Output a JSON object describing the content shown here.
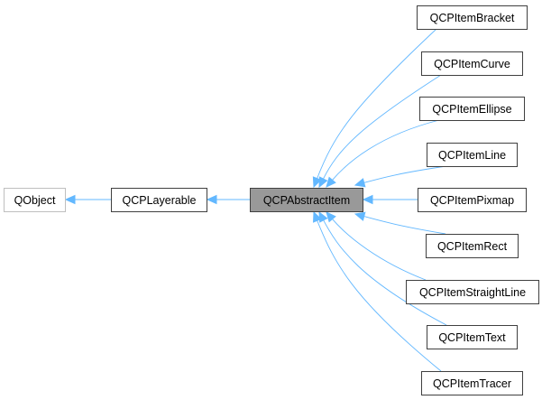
{
  "diagram": {
    "type": "inheritance-graph",
    "edge_color": "#63b8ff",
    "nodes": [
      {
        "id": "qobject",
        "label": "QObject",
        "border": "#bfbfbf",
        "fill": "#ffffff"
      },
      {
        "id": "qcplayerable",
        "label": "QCPLayerable",
        "border": "#404040",
        "fill": "#ffffff"
      },
      {
        "id": "qcpabstractitem",
        "label": "QCPAbstractItem",
        "border": "#404040",
        "fill": "#999999"
      },
      {
        "id": "qcpitembracket",
        "label": "QCPItemBracket",
        "border": "#404040",
        "fill": "#ffffff"
      },
      {
        "id": "qcpitemcurve",
        "label": "QCPItemCurve",
        "border": "#404040",
        "fill": "#ffffff"
      },
      {
        "id": "qcpitemellipse",
        "label": "QCPItemEllipse",
        "border": "#404040",
        "fill": "#ffffff"
      },
      {
        "id": "qcpitemline",
        "label": "QCPItemLine",
        "border": "#404040",
        "fill": "#ffffff"
      },
      {
        "id": "qcpitempixmap",
        "label": "QCPItemPixmap",
        "border": "#404040",
        "fill": "#ffffff"
      },
      {
        "id": "qcpitemrect",
        "label": "QCPItemRect",
        "border": "#404040",
        "fill": "#ffffff"
      },
      {
        "id": "qcpitemstraightline",
        "label": "QCPItemStraightLine",
        "border": "#404040",
        "fill": "#ffffff"
      },
      {
        "id": "qcpitemtext",
        "label": "QCPItemText",
        "border": "#404040",
        "fill": "#ffffff"
      },
      {
        "id": "qcpitemtracer",
        "label": "QCPItemTracer",
        "border": "#404040",
        "fill": "#ffffff"
      }
    ],
    "edges": [
      {
        "from": "qcplayerable",
        "to": "qobject"
      },
      {
        "from": "qcpabstractitem",
        "to": "qcplayerable"
      },
      {
        "from": "qcpitembracket",
        "to": "qcpabstractitem"
      },
      {
        "from": "qcpitemcurve",
        "to": "qcpabstractitem"
      },
      {
        "from": "qcpitemellipse",
        "to": "qcpabstractitem"
      },
      {
        "from": "qcpitemline",
        "to": "qcpabstractitem"
      },
      {
        "from": "qcpitempixmap",
        "to": "qcpabstractitem"
      },
      {
        "from": "qcpitemrect",
        "to": "qcpabstractitem"
      },
      {
        "from": "qcpitemstraightline",
        "to": "qcpabstractitem"
      },
      {
        "from": "qcpitemtext",
        "to": "qcpabstractitem"
      },
      {
        "from": "qcpitemtracer",
        "to": "qcpabstractitem"
      }
    ]
  }
}
